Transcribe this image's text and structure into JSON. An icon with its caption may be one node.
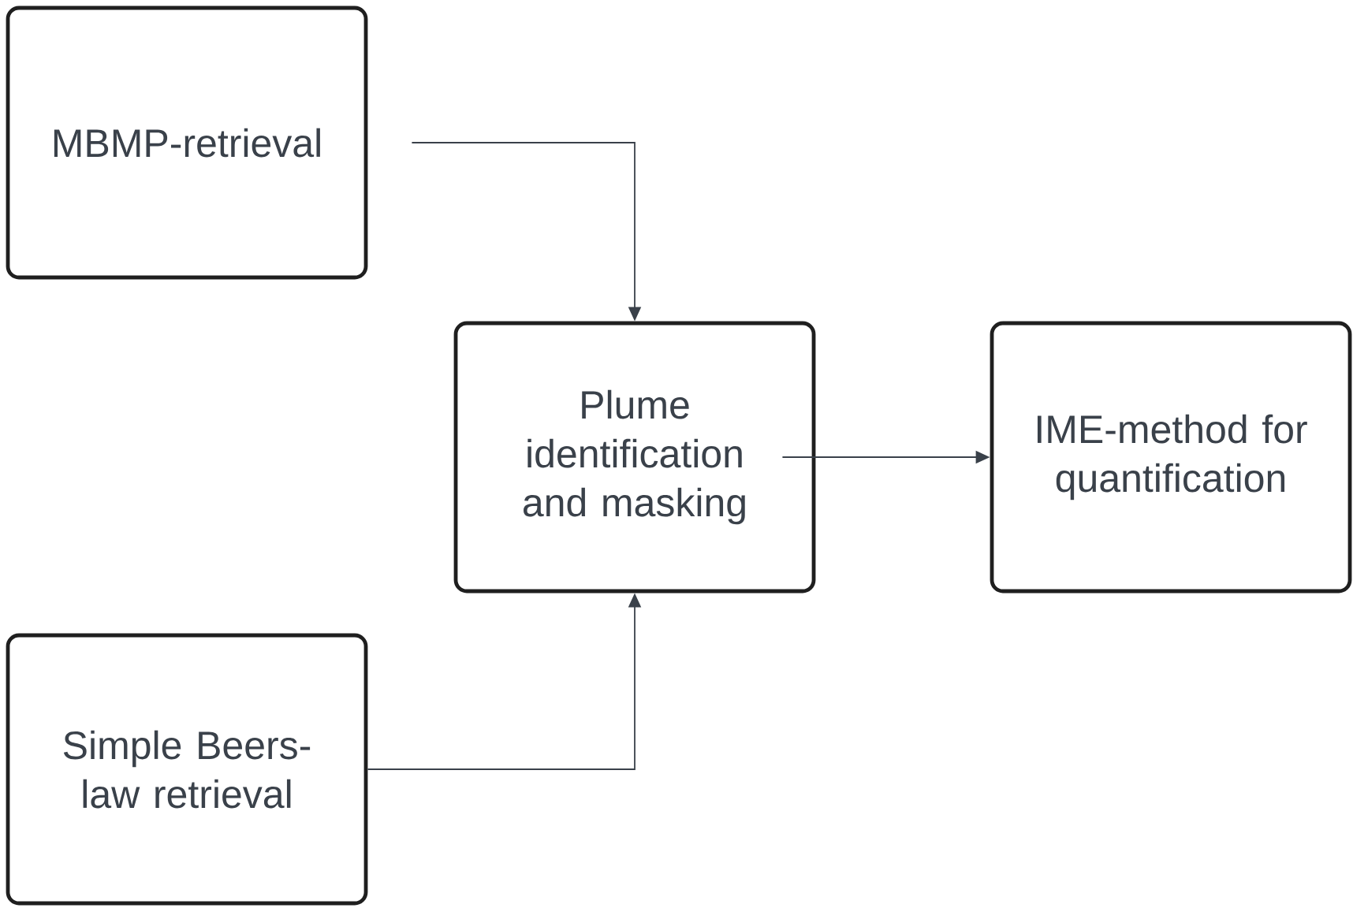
{
  "diagram": {
    "nodes": [
      {
        "text": [
          "MBMP-retrieval"
        ]
      },
      {
        "text": [
          "Simple Beers-law retrieval"
        ]
      },
      {
        "text": [
          "Plume identification and masking"
        ]
      },
      {
        "text": [
          "IME-method for quantification"
        ]
      }
    ],
    "edges": [
      {
        "from": 0,
        "to": 2,
        "arrow": "to"
      },
      {
        "from": 1,
        "to": 2,
        "arrow": "to"
      },
      {
        "from": 2,
        "to": 3,
        "arrow": "to"
      }
    ]
  }
}
